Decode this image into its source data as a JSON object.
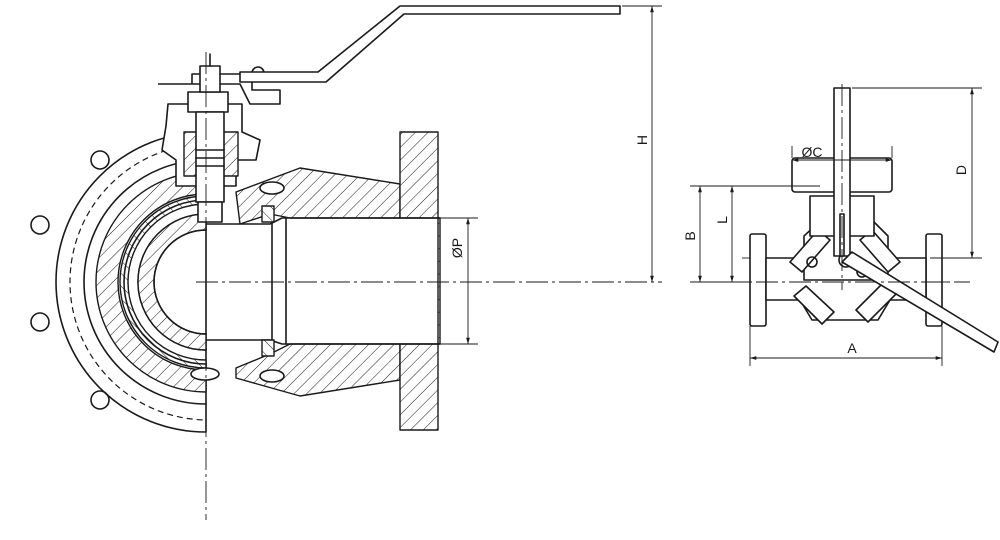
{
  "drawing": {
    "dimension_labels": {
      "h": "H",
      "p": "ØP",
      "c": "ØC",
      "d": "D",
      "b": "B",
      "l": "L",
      "a": "A"
    }
  }
}
